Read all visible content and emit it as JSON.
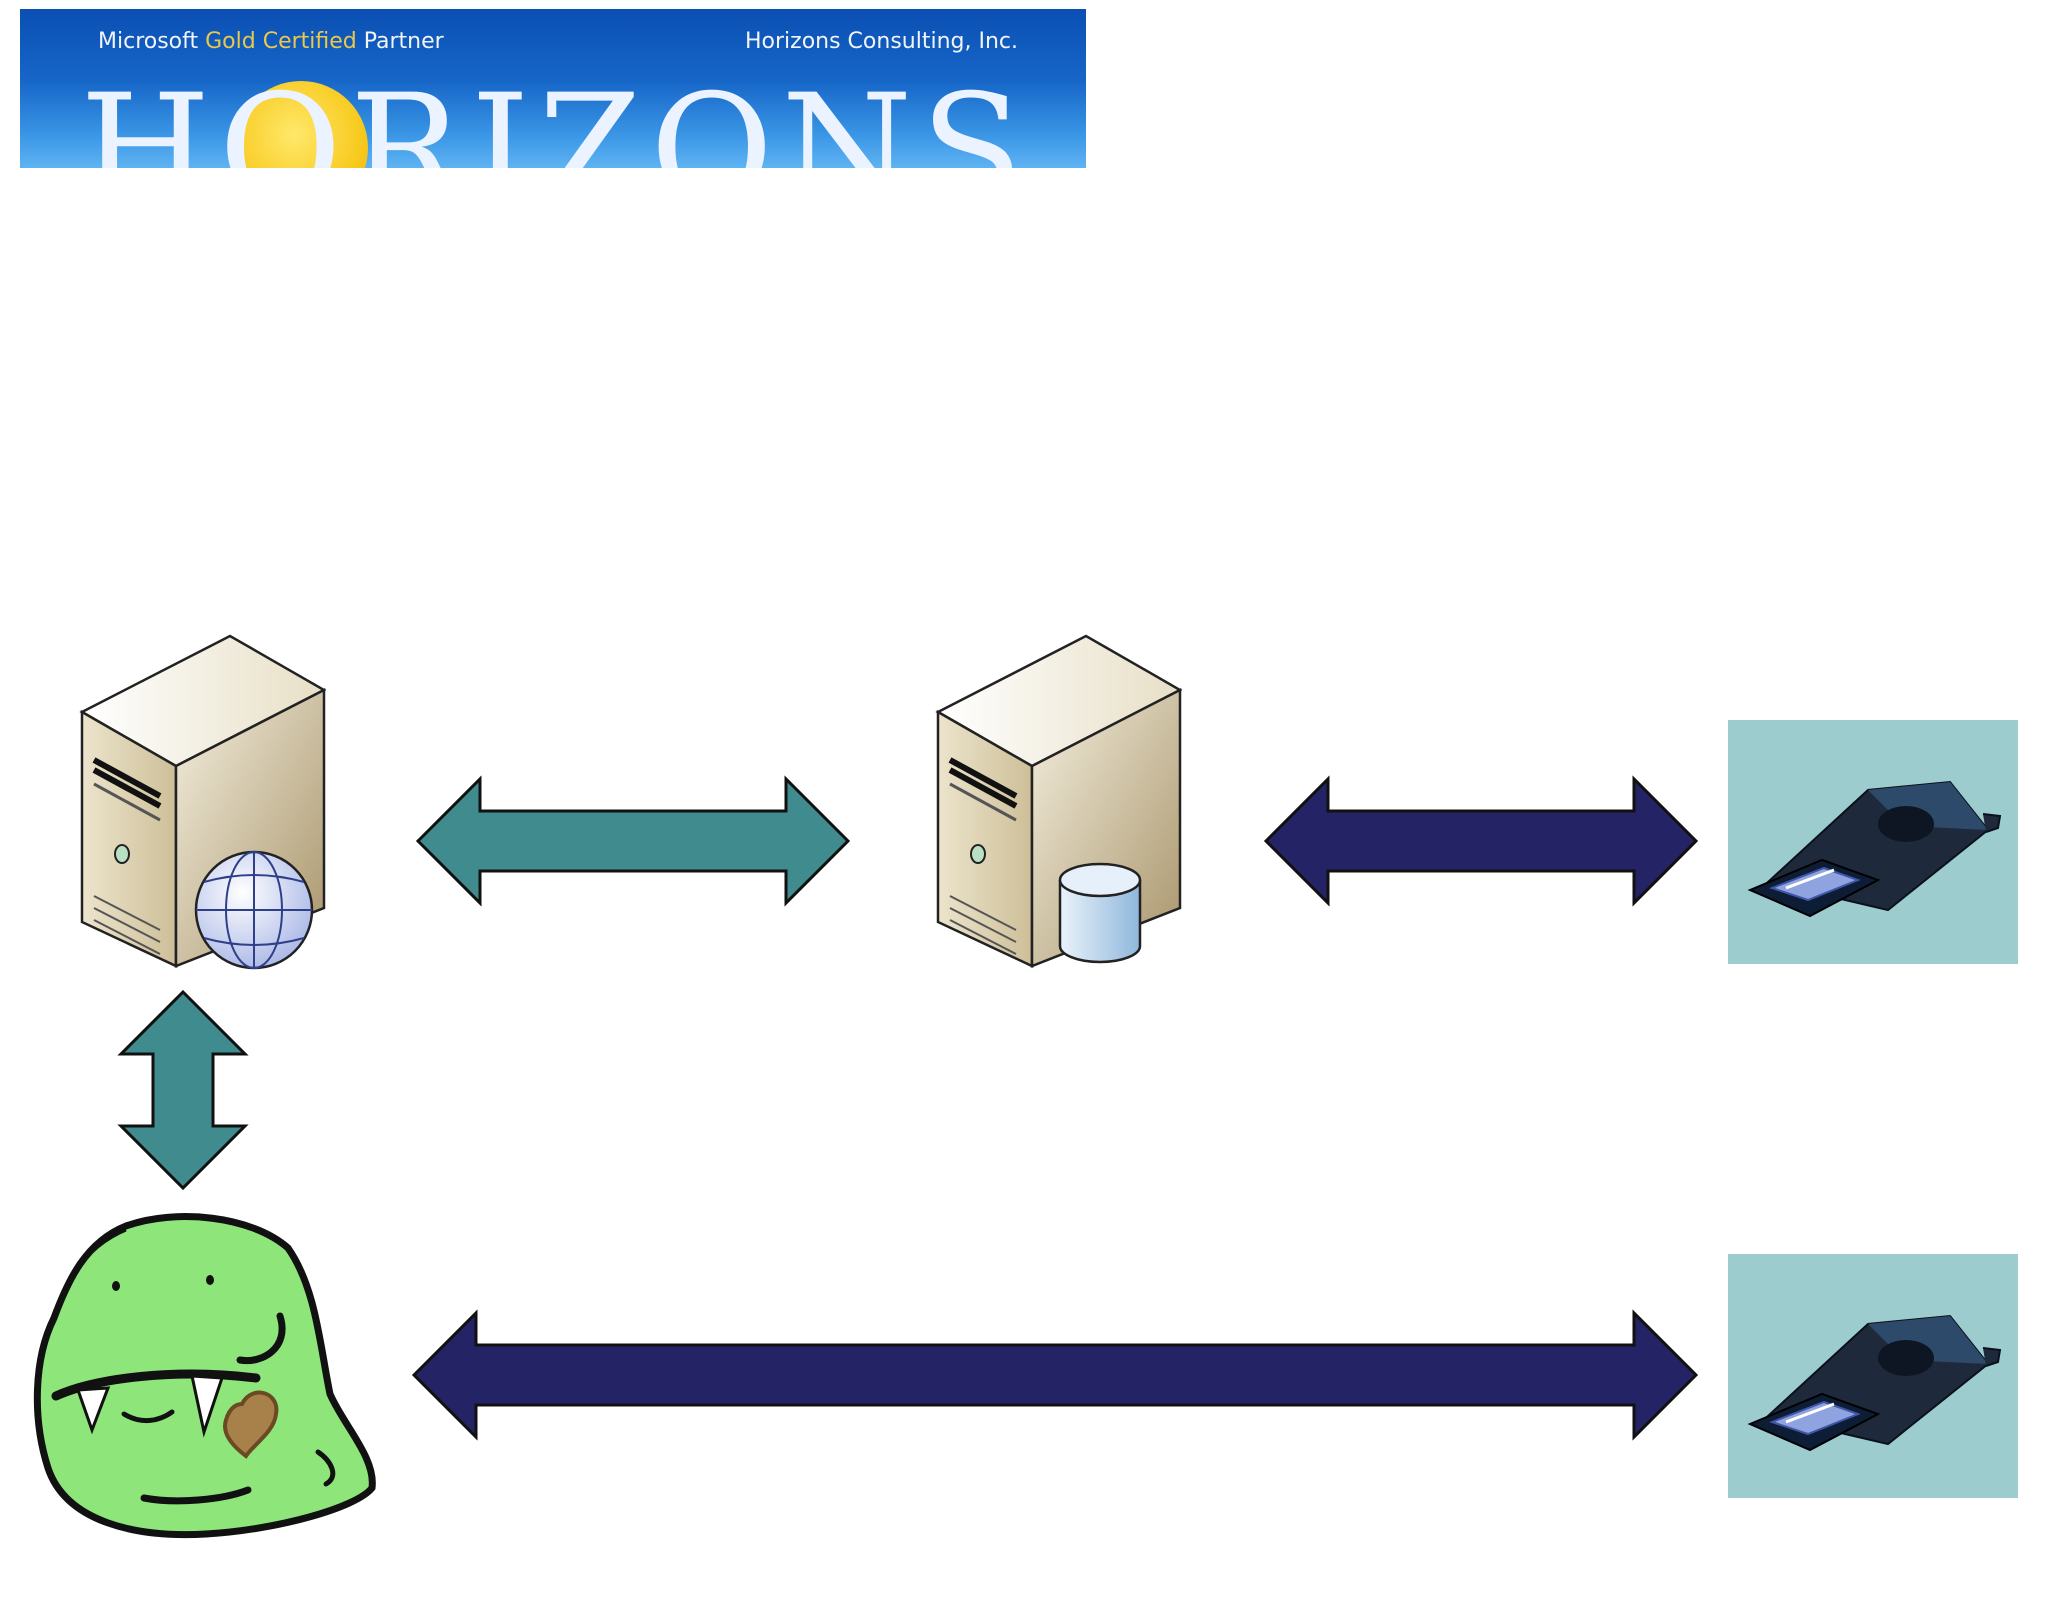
{
  "banner": {
    "ms_prefix": "Microsoft",
    "ms_gold": "Gold Certified",
    "ms_suffix": "Partner",
    "company": "Horizons Consulting, Inc.",
    "brand": "HORIZONS"
  },
  "nodes": [
    {
      "id": "web-server",
      "icon": "web-server-icon"
    },
    {
      "id": "database-server",
      "icon": "database-server-icon"
    },
    {
      "id": "zip-drive-top",
      "icon": "zip-drive-icon"
    },
    {
      "id": "zip-drive-bottom",
      "icon": "zip-drive-icon"
    },
    {
      "id": "monster-user",
      "icon": "green-monster-icon"
    }
  ],
  "edges": [
    {
      "from": "web-server",
      "to": "database-server",
      "direction": "both",
      "color": "#3f8b8e"
    },
    {
      "from": "database-server",
      "to": "zip-drive-top",
      "direction": "both",
      "color": "#232366"
    },
    {
      "from": "web-server",
      "to": "monster-user",
      "direction": "both",
      "color": "#3f8b8e"
    },
    {
      "from": "monster-user",
      "to": "zip-drive-bottom",
      "direction": "both",
      "color": "#232366"
    }
  ],
  "colors": {
    "teal_arrow": "#3f8b8e",
    "navy_arrow": "#232366",
    "drive_background": "#9ccccd",
    "banner_blue": "#1666c8"
  }
}
